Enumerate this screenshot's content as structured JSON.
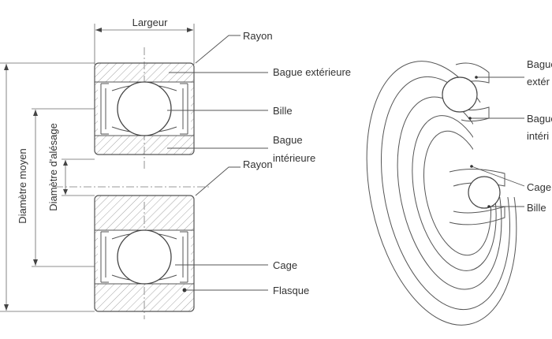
{
  "diagram": {
    "section_labels": {
      "largeur": "Largeur",
      "rayon_top": "Rayon",
      "bague_exterieure": "Bague extérieure",
      "bille": "Bille",
      "bague_interieure_l1": "Bague",
      "bague_interieure_l2": "intérieure",
      "rayon_bottom": "Rayon",
      "cage": "Cage",
      "flasque": "Flasque",
      "diametre_moyen": "Diamètre moyen",
      "diametre_alesage": "Diamètre d'alésage"
    },
    "iso_labels": {
      "bague_ext_l1": "Bague",
      "bague_ext_l2": "extér",
      "bague_int_l1": "Bague",
      "bague_int_l2": "intéri",
      "cage": "Cage",
      "bille": "Bille"
    }
  }
}
